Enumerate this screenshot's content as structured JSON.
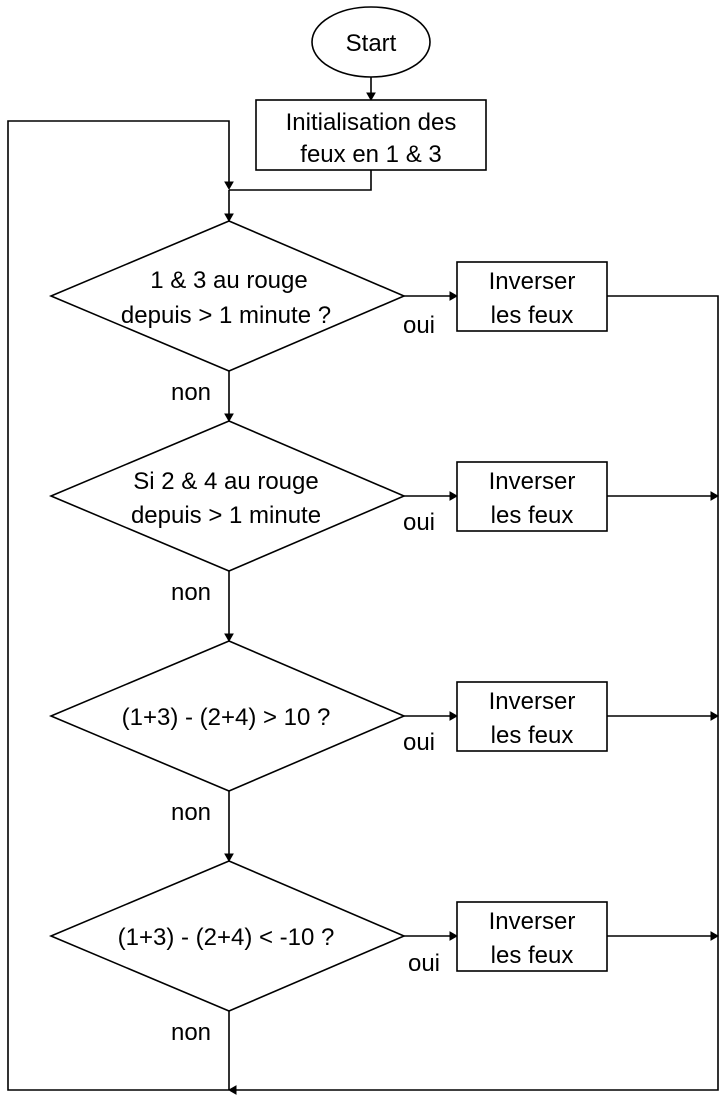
{
  "flowchart": {
    "start": "Start",
    "init": [
      "Initialisation des",
      "feux en 1 & 3"
    ],
    "decisions": [
      {
        "lines": [
          "1 & 3 au rouge",
          "depuis > 1 minute ?"
        ],
        "yes": "oui",
        "no": "non",
        "action": [
          "Inverser",
          "les feux"
        ]
      },
      {
        "lines": [
          "Si 2 & 4 au rouge",
          "depuis > 1 minute"
        ],
        "yes": "oui",
        "no": "non",
        "action": [
          "Inverser",
          "les feux"
        ]
      },
      {
        "lines": [
          "(1+3) - (2+4) > 10 ?"
        ],
        "yes": "oui",
        "no": "non",
        "action": [
          "Inverser",
          "les feux"
        ]
      },
      {
        "lines": [
          "(1+3) - (2+4) < -10 ?"
        ],
        "yes": "oui",
        "no": "non",
        "action": [
          "Inverser",
          "les feux"
        ]
      }
    ]
  }
}
